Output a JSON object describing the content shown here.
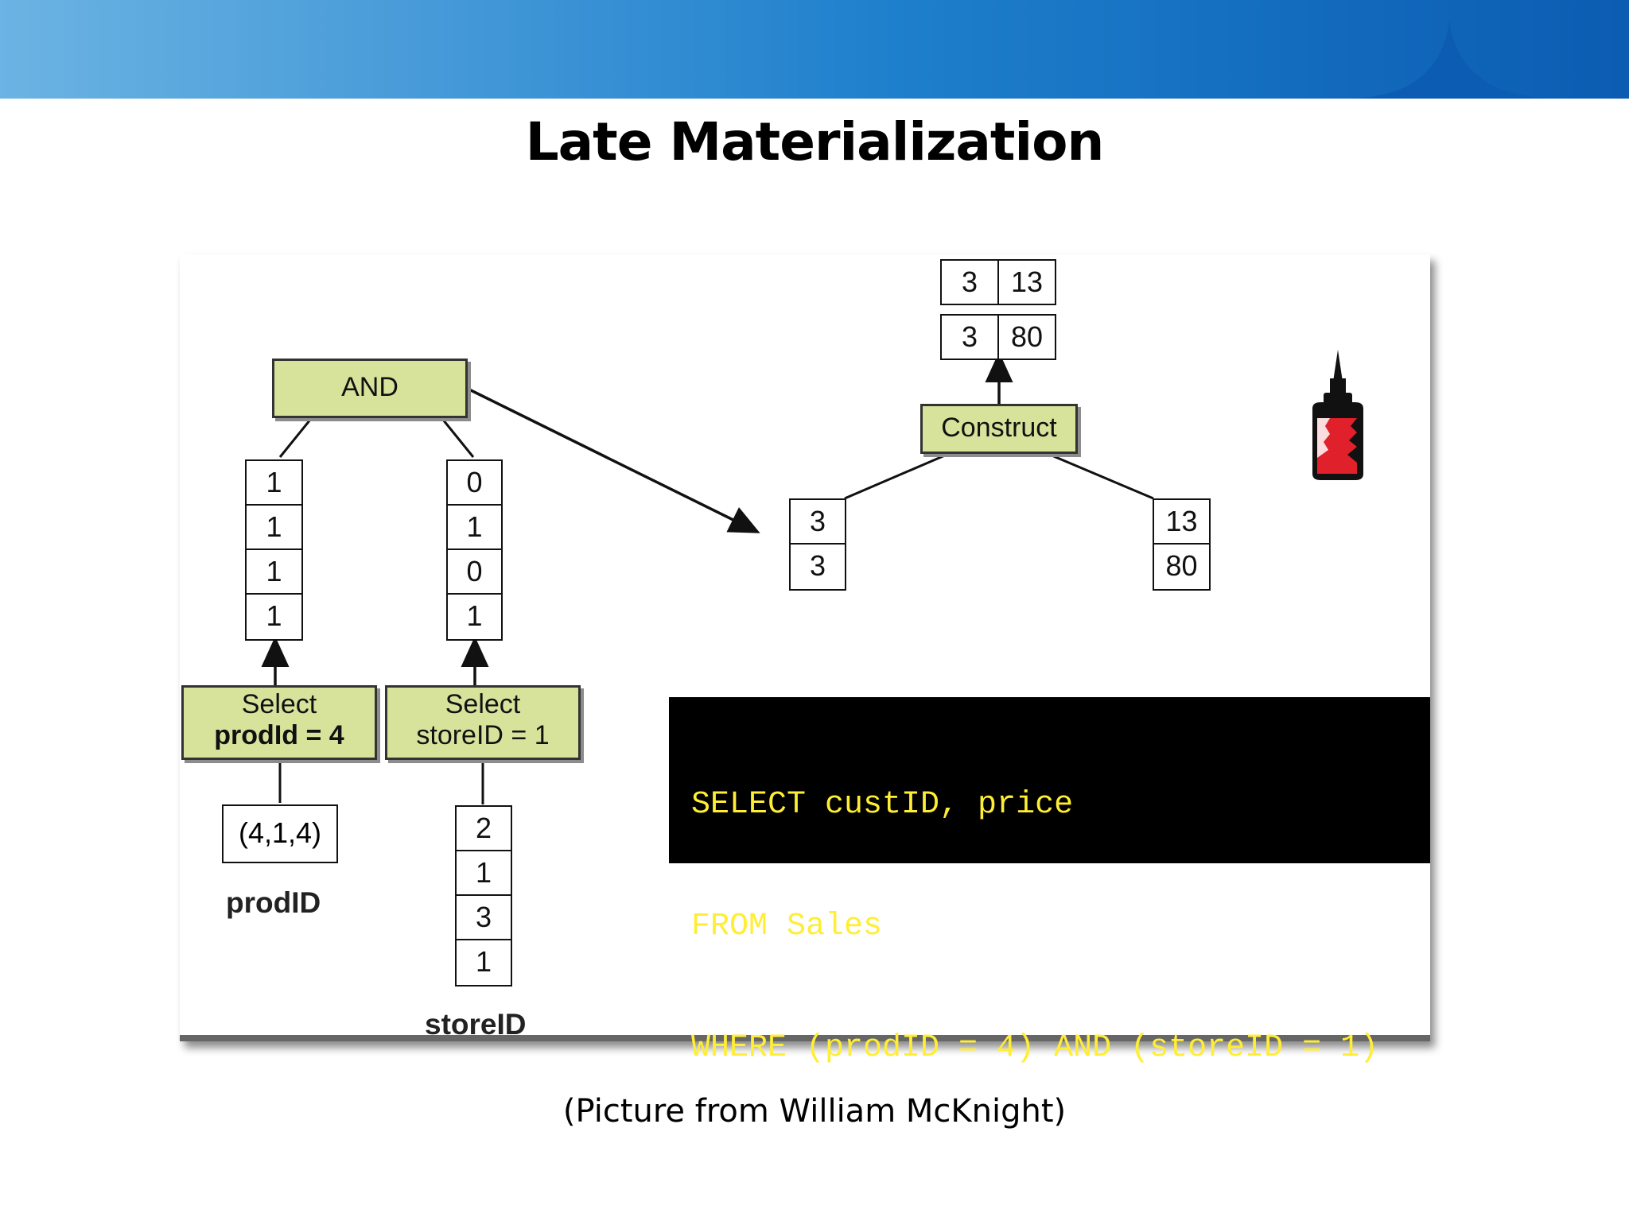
{
  "title": "Late Materialization",
  "caption": "(Picture from William McKnight)",
  "diagram": {
    "and_node": "AND",
    "construct_node": "Construct",
    "select_prod": {
      "line1": "Select",
      "line2": "prodId = 4"
    },
    "select_store": {
      "line1": "Select",
      "line2": "storeID = 1"
    },
    "prod_bits": [
      "1",
      "1",
      "1",
      "1"
    ],
    "store_bits": [
      "0",
      "1",
      "0",
      "1"
    ],
    "prod_tuple": "(4,1,4)",
    "prod_label": "prodID",
    "store_column": [
      "2",
      "1",
      "3",
      "1"
    ],
    "store_label": "storeID",
    "cust_values": [
      "3",
      "3"
    ],
    "price_values": [
      "13",
      "80"
    ],
    "result_rows": [
      {
        "cust": "3",
        "price": "13"
      },
      {
        "cust": "3",
        "price": "80"
      }
    ]
  },
  "sql": {
    "line1": "SELECT custID, price",
    "line2": "FROM Sales",
    "line3": "WHERE (prodID = 4) AND (storeID = 1)"
  },
  "colors": {
    "banner_light": "#6bb3e3",
    "banner_dark": "#0b5cb2",
    "operator_fill": "#d7e39b",
    "sql_background": "#000000",
    "sql_text": "#ffee33",
    "glue_red": "#e0202a"
  }
}
